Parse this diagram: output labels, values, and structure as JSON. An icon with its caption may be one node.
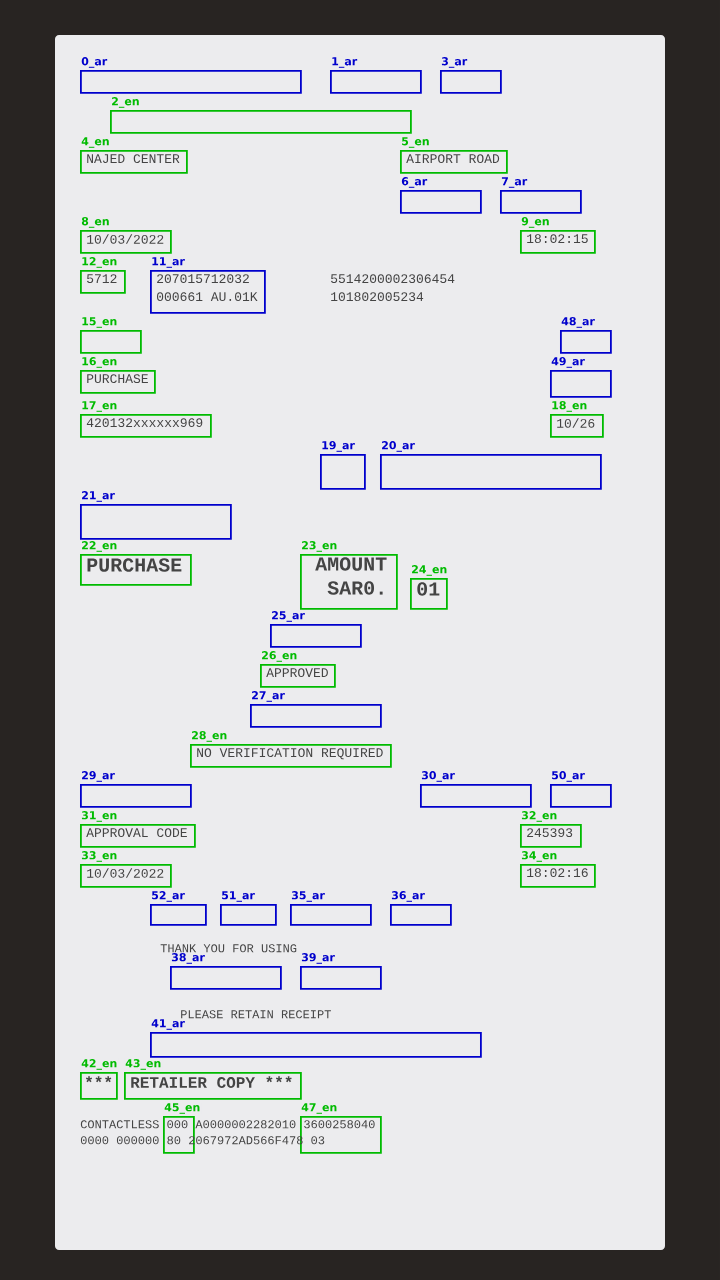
{
  "diagram": {
    "nodes": [
      {
        "text": [
          "0_ar"
        ]
      },
      {
        "text": [
          "1_ar"
        ]
      },
      {
        "text": [
          "3_ar"
        ]
      },
      {
        "text": [
          "2_en"
        ]
      },
      {
        "text": [
          "4_en"
        ]
      },
      {
        "text": [
          "5_en"
        ]
      },
      {
        "text": [
          "6_ar"
        ]
      },
      {
        "text": [
          "7_ar"
        ]
      },
      {
        "text": [
          "8_en"
        ]
      },
      {
        "text": [
          "9_en"
        ]
      },
      {
        "text": [
          "11_ar"
        ]
      },
      {
        "text": [
          "12_en"
        ]
      },
      {
        "text": [
          "48_ar"
        ]
      },
      {
        "text": [
          "15_en"
        ]
      },
      {
        "text": [
          "49_ar"
        ]
      },
      {
        "text": [
          "16_en"
        ]
      },
      {
        "text": [
          "17_en"
        ]
      },
      {
        "text": [
          "18_en"
        ]
      },
      {
        "text": [
          "19_ar"
        ]
      },
      {
        "text": [
          "20_ar"
        ]
      },
      {
        "text": [
          "21_ar"
        ]
      },
      {
        "text": [
          "22_en"
        ]
      },
      {
        "text": [
          "23_en"
        ]
      },
      {
        "text": [
          "24_en"
        ]
      },
      {
        "text": [
          "25_ar"
        ]
      },
      {
        "text": [
          "26_en"
        ]
      },
      {
        "text": [
          "27_ar"
        ]
      },
      {
        "text": [
          "28_en"
        ]
      },
      {
        "text": [
          "29_ar"
        ]
      },
      {
        "text": [
          "30_ar"
        ]
      },
      {
        "text": [
          "50_ar"
        ]
      },
      {
        "text": [
          "31_en"
        ]
      },
      {
        "text": [
          "32_en"
        ]
      },
      {
        "text": [
          "33_en"
        ]
      },
      {
        "text": [
          "34_en"
        ]
      },
      {
        "text": [
          "52_ar"
        ]
      },
      {
        "text": [
          "51_ar"
        ]
      },
      {
        "text": [
          "35_ar"
        ]
      },
      {
        "text": [
          "36_ar"
        ]
      },
      {
        "text": [
          "38_ar"
        ]
      },
      {
        "text": [
          "39_ar"
        ]
      },
      {
        "text": [
          "41_ar"
        ]
      },
      {
        "text": [
          "42_en"
        ]
      },
      {
        "text": [
          "43_en"
        ]
      },
      {
        "text": [
          "45_en"
        ]
      },
      {
        "text": [
          "47_en"
        ]
      }
    ],
    "labels": [
      "NAJED CENTER",
      "AIRPORT ROAD",
      "10/03/2022",
      "18:02:15",
      "5712",
      "207015712032",
      "000661 AU.01K",
      "5514200002306454",
      "101802005234",
      "PURCHASE",
      "420132xxxxxx969",
      "10/26",
      "PURCHASE",
      "AMOUNT SAR0.",
      "01",
      "APPROVED",
      "NO VERIFICATION REQUIRED",
      "APPROVAL CODE",
      "245393",
      "10/03/2022",
      "18:02:16",
      "THANK YOU FOR USING",
      "PLEASE RETAIN RECEIPT",
      "***",
      "RETAILER COPY ***",
      "CONTACTLESS 000 A0000002282010 3600258040",
      "0000 000000 80 2067972AD566F478 03"
    ]
  }
}
